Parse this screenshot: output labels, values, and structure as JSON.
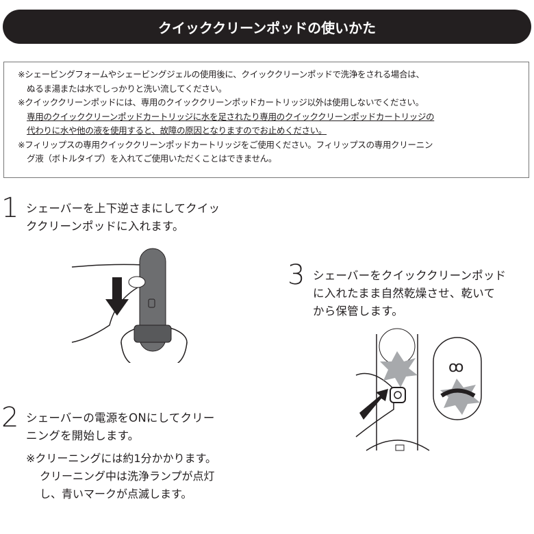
{
  "header": {
    "title": "クイッククリーンポッドの使いかた"
  },
  "notice": {
    "n1_l1": "※シェービングフォームやシェービングジェルの使用後に、クイッククリーンポッドで洗浄をされる場合は、",
    "n1_l2": "ぬるま湯または水でしっかりと洗い流してください。",
    "n2_l1": "※クイッククリーンポッドには、専用のクイッククリーンポッドカートリッジ以外は使用しないでください。",
    "n2_l2": "専用のクイッククリーンポッドカートリッジに水を足されたり専用のクイッククリーンポッドカートリッジの",
    "n2_l3": "代わりに水や他の液を使用すると、故障の原因となりますのでお止めください。",
    "n3_l1": "※フィリップスの専用クイッククリーンポッドカートリッジをご使用ください。フィリップスの専用クリーニン",
    "n3_l2": "グ液（ボトルタイプ）を入れてご使用いただくことはできません。"
  },
  "steps": [
    {
      "number": "1",
      "l1": "シェーバーを上下逆さまにしてクイッ",
      "l2": "ククリーンポッドに入れます。"
    },
    {
      "number": "2",
      "l1": "シェーバーの電源をONにしてクリー",
      "l2": "ニングを開始します。",
      "note_l1": "※クリーニングには約1分かかります。",
      "note_l2": "クリーニング中は洗浄ランプが点灯",
      "note_l3": "し、青いマークが点滅します。"
    },
    {
      "number": "3",
      "l1": "シェーバーをクイッククリーンポッド",
      "l2": "に入れたまま自然乾燥させ、乾いて",
      "l3": "から保管します。"
    }
  ]
}
